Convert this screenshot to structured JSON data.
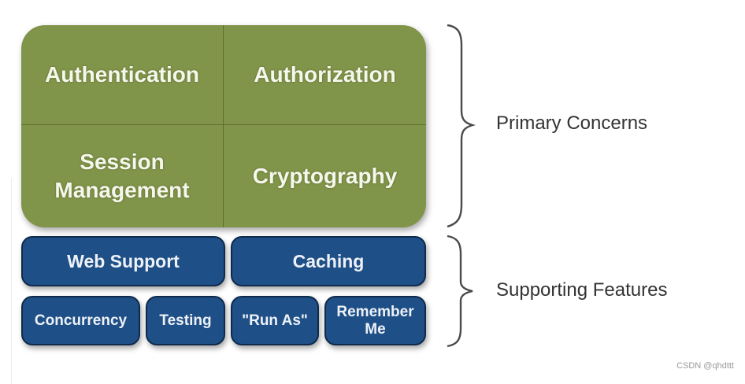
{
  "primary_concerns": {
    "label": "Primary Concerns",
    "color": "#80944a",
    "cells": [
      "Authentication",
      "Authorization",
      "Session\nManagement",
      "Cryptography"
    ]
  },
  "supporting_features": {
    "label": "Supporting Features",
    "color": "#1e4f86",
    "row1": [
      "Web Support",
      "Caching"
    ],
    "row2": [
      "Concurrency",
      "Testing",
      "\"Run As\"",
      "Remember\nMe"
    ]
  },
  "watermark": "CSDN @qhdttt"
}
